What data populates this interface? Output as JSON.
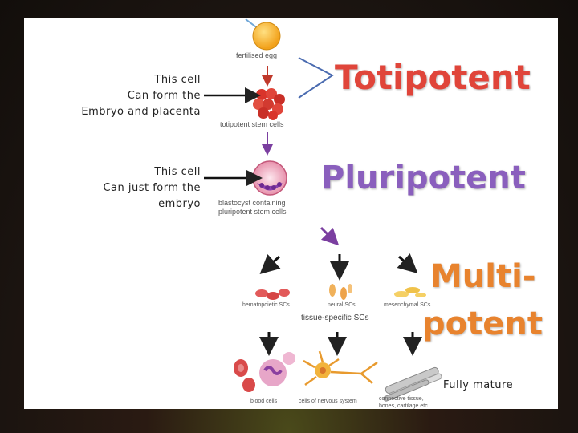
{
  "labels": {
    "fertilised_egg": "fertilised egg",
    "totipotent_stem_cells": "totipotent stem cells",
    "blastocyst_line1": "blastocyst containing",
    "blastocyst_line2": "pluripotent stem cells",
    "hematopoietic": "hematopoietic SCs",
    "neural": "neural SCs",
    "mesenchymal": "mesenchymal SCs",
    "tissue_specific": "tissue-specific SCs",
    "blood_cells": "blood cells",
    "nervous_cells": "cells of nervous system",
    "connective_line1": "connective tissue,",
    "connective_line2": "bones, cartilage etc"
  },
  "notes": {
    "totipotent": [
      "This cell",
      "Can form the",
      "Embryo and placenta"
    ],
    "pluripotent": [
      "This cell",
      "Can just form the",
      "embryo"
    ]
  },
  "headings": {
    "totipotent": "Totipotent",
    "pluripotent": "Pluripotent",
    "multi_line1": "Multi-",
    "multi_line2": "potent"
  },
  "fully_mature": "Fully mature",
  "colors": {
    "totipotent": "#e0453a",
    "pluripotent": "#8a5fbd",
    "multipotent": "#e8832e",
    "arrow_blue": "#4a6bb0"
  }
}
